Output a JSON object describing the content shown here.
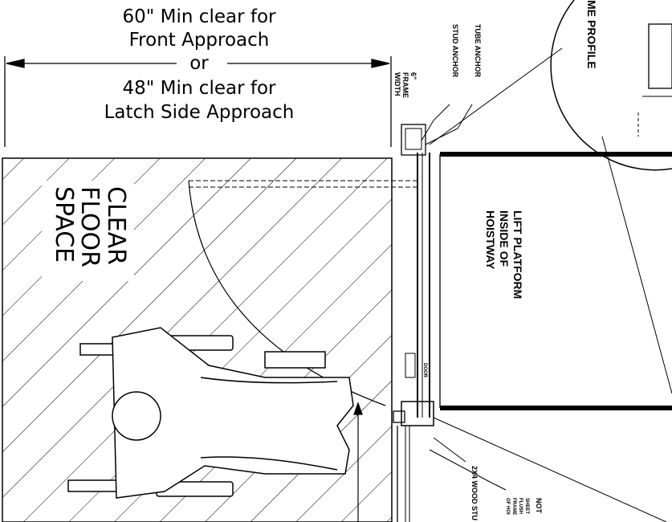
{
  "dimension": {
    "line1": "60\" Min clear for",
    "line2": "Front Approach",
    "line3": "or",
    "line4": "48\" Min clear for",
    "line5": "Latch Side Approach"
  },
  "clear_floor": {
    "line1": "CLEAR",
    "line2": "FLOOR",
    "line3": "SPACE"
  },
  "lift_platform": {
    "line1": "LIFT PLATFORM",
    "line2": "INSIDE OF",
    "line3": "HOISTWAY"
  },
  "labels": {
    "frame_width_1": "6\"",
    "frame_width_2": "FRAME",
    "frame_width_3": "WIDTH",
    "stud_anchor": "STUD ANCHOR",
    "tube_anchor": "TUBE ANCHOR",
    "frame_profile": "ME PROFILE",
    "wood_stud": "2X4 WOOD STU",
    "door_mark": "DOOR",
    "note_title": "NOT",
    "note_1": "SHEET",
    "note_2": "FLUSH",
    "note_3": "FRAME",
    "note_4": "OF HOI"
  }
}
